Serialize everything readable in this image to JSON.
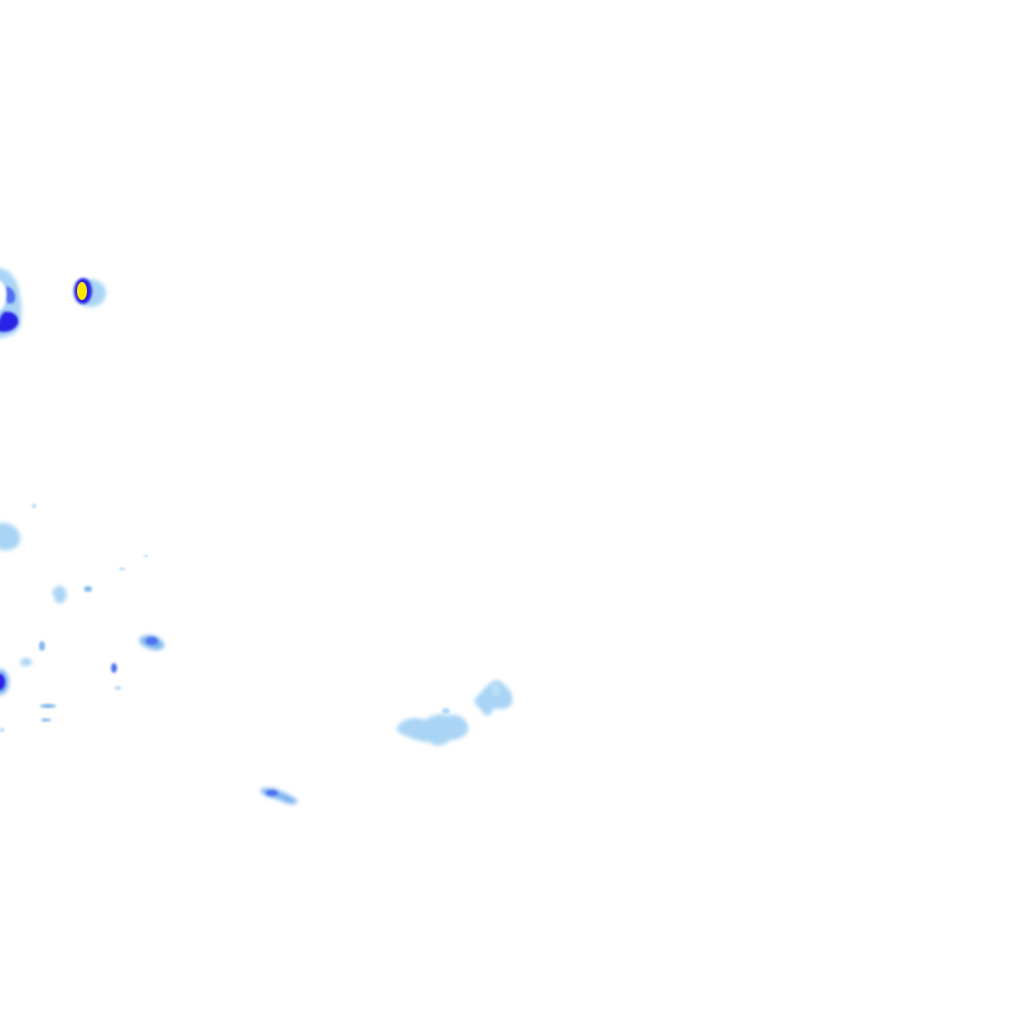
{
  "map": {
    "type": "precipitation-radar-overlay",
    "background": "#ffffff",
    "intensity_palette": {
      "light": "#a9d4f5",
      "light_mid": "#7fb6ee",
      "moderate": "#4f6ff0",
      "heavy": "#2a24e8",
      "extreme": "#ffe600"
    },
    "cells": [
      {
        "id": "cell-nw-ring",
        "max_intensity": "heavy"
      },
      {
        "id": "cell-nw-core",
        "max_intensity": "extreme"
      },
      {
        "id": "cell-west-1",
        "max_intensity": "light"
      },
      {
        "id": "cell-west-2",
        "max_intensity": "light"
      },
      {
        "id": "cell-west-3",
        "max_intensity": "moderate"
      },
      {
        "id": "cell-west-4",
        "max_intensity": "moderate"
      },
      {
        "id": "cell-west-edge",
        "max_intensity": "heavy"
      },
      {
        "id": "cell-central",
        "max_intensity": "light"
      },
      {
        "id": "cell-south",
        "max_intensity": "moderate"
      }
    ]
  }
}
